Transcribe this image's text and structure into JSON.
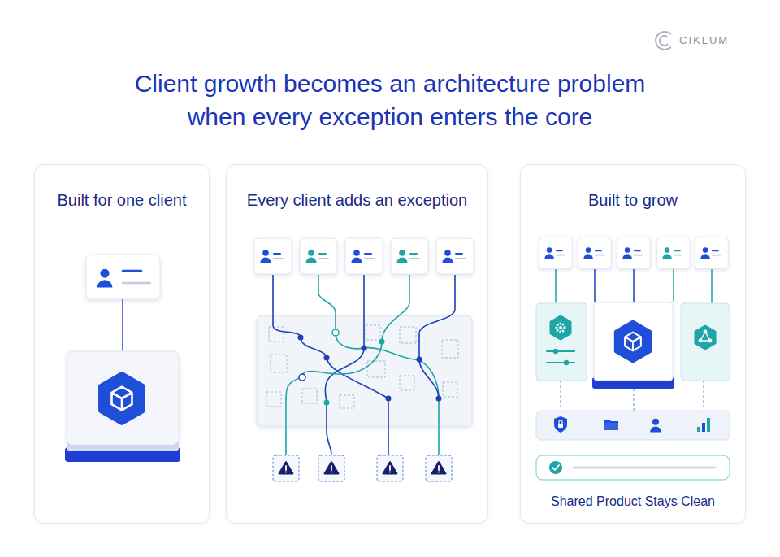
{
  "diagram": {
    "title": "Client growth becomes an architecture problem when every exception enters the core",
    "nodes": [
      {
        "text": [
          "Built for one client"
        ]
      },
      {
        "text": [
          "Every client adds an exception"
        ]
      },
      {
        "text": [
          "Built to grow",
          "Shared Product Stays Clean"
        ]
      }
    ],
    "labels": [
      "CIKLUM"
    ]
  }
}
